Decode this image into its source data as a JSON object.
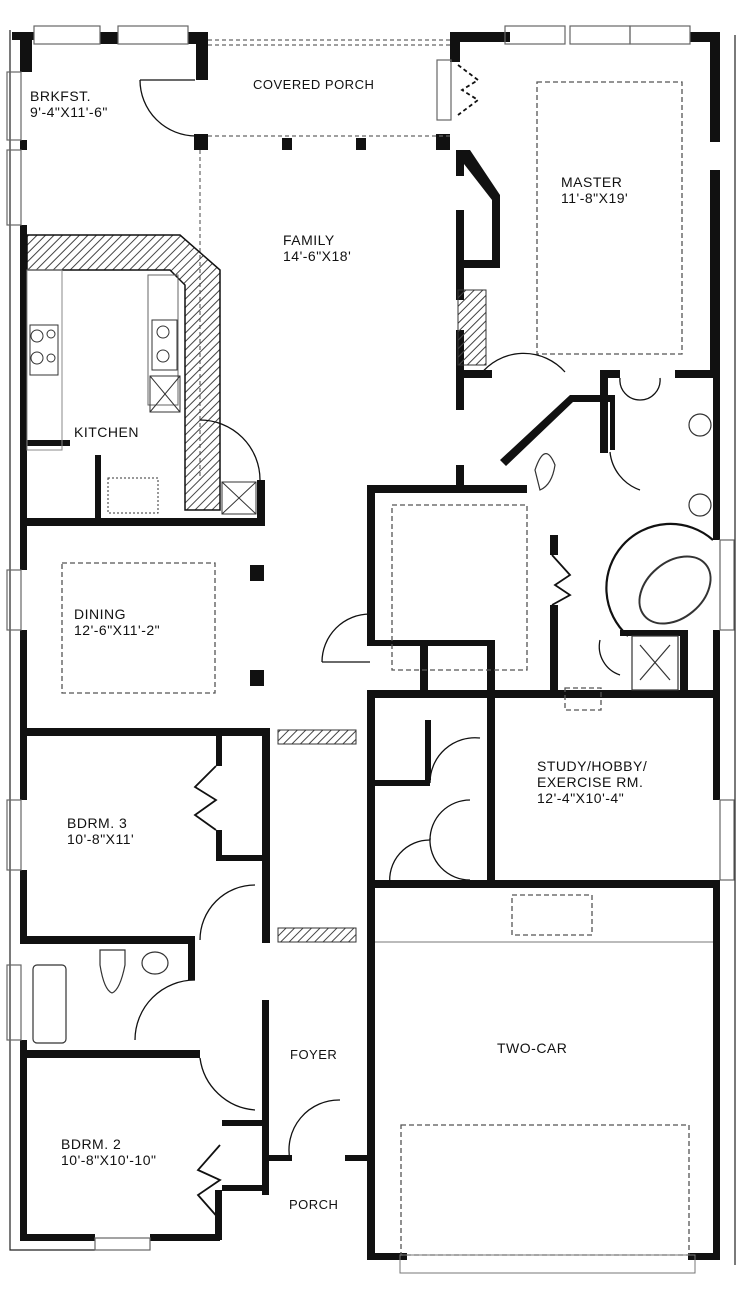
{
  "plan": {
    "type": "single-story floor plan",
    "colors": {
      "wall": "#111111",
      "background": "#ffffff",
      "hatch": "#555555",
      "dashed": "#666666"
    }
  },
  "rooms": [
    {
      "id": "brkfst",
      "name": "BRKFST.",
      "dims": "9'-4\"X11'-6\""
    },
    {
      "id": "covered-porch",
      "name": "COVERED PORCH",
      "dims": ""
    },
    {
      "id": "master",
      "name": "MASTER",
      "dims": "11'-8\"X19'"
    },
    {
      "id": "family",
      "name": "FAMILY",
      "dims": "14'-6\"X18'"
    },
    {
      "id": "kitchen",
      "name": "KITCHEN",
      "dims": ""
    },
    {
      "id": "dining",
      "name": "DINING",
      "dims": "12'-6\"X11'-2\""
    },
    {
      "id": "study",
      "name": "STUDY/HOBBY/",
      "name2": "EXERCISE RM.",
      "dims": "12'-4\"X10'-4\""
    },
    {
      "id": "bdrm3",
      "name": "BDRM. 3",
      "dims": "10'-8\"X11'"
    },
    {
      "id": "foyer",
      "name": "FOYER",
      "dims": ""
    },
    {
      "id": "two-car",
      "name": "TWO-CAR",
      "dims": ""
    },
    {
      "id": "bdrm2",
      "name": "BDRM. 2",
      "dims": "10'-8\"X10'-10\""
    },
    {
      "id": "porch",
      "name": "PORCH",
      "dims": ""
    }
  ]
}
